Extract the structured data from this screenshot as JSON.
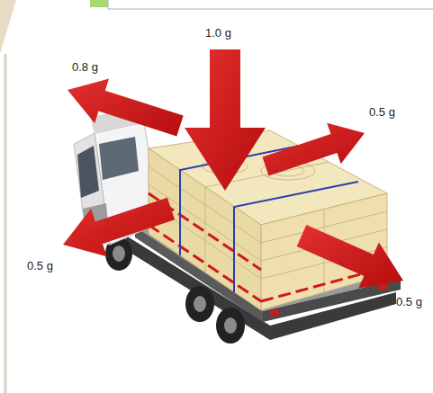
{
  "diagram": {
    "labels": [
      "1.0 g",
      "0.8 g",
      "0.5 g",
      "0.5 g",
      "0.5 g"
    ]
  }
}
